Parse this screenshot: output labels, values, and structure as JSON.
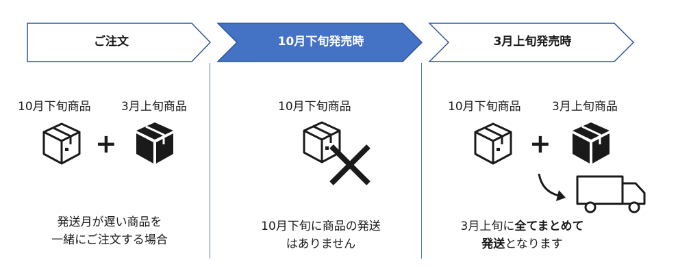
{
  "steps": [
    {
      "label": "ご注文",
      "active": false
    },
    {
      "label": "10月下旬発売時",
      "active": true
    },
    {
      "label": "3月上旬発売時",
      "active": false
    }
  ],
  "colors": {
    "active_fill": "#4472c4",
    "active_text": "#ffffff",
    "outline": "#2f5597",
    "divider": "#4a78b8",
    "ink": "#1a1a1a"
  },
  "column1": {
    "item_late_oct": "10月下旬商品",
    "item_early_mar": "3月上旬商品",
    "plus": "+",
    "caption_line1": "発送月が遅い商品を",
    "caption_line2": "一緒にご注文する場合"
  },
  "column2": {
    "item_late_oct": "10月下旬商品",
    "caption_line1": "10月下旬に商品の発送",
    "caption_line2": "はありません"
  },
  "column3": {
    "item_late_oct": "10月下旬商品",
    "item_early_mar": "3月上旬商品",
    "plus": "+",
    "caption_line1_prefix": "3月上旬に",
    "caption_line1_bold": "全てまとめて",
    "caption_line2_bold": "発送",
    "caption_line2_suffix": "となります"
  },
  "icons": {
    "outline_box": "open-box-outline-icon",
    "filled_box": "box-filled-icon",
    "cross": "cross-icon",
    "arrow": "curved-arrow-icon",
    "truck": "delivery-truck-icon"
  }
}
